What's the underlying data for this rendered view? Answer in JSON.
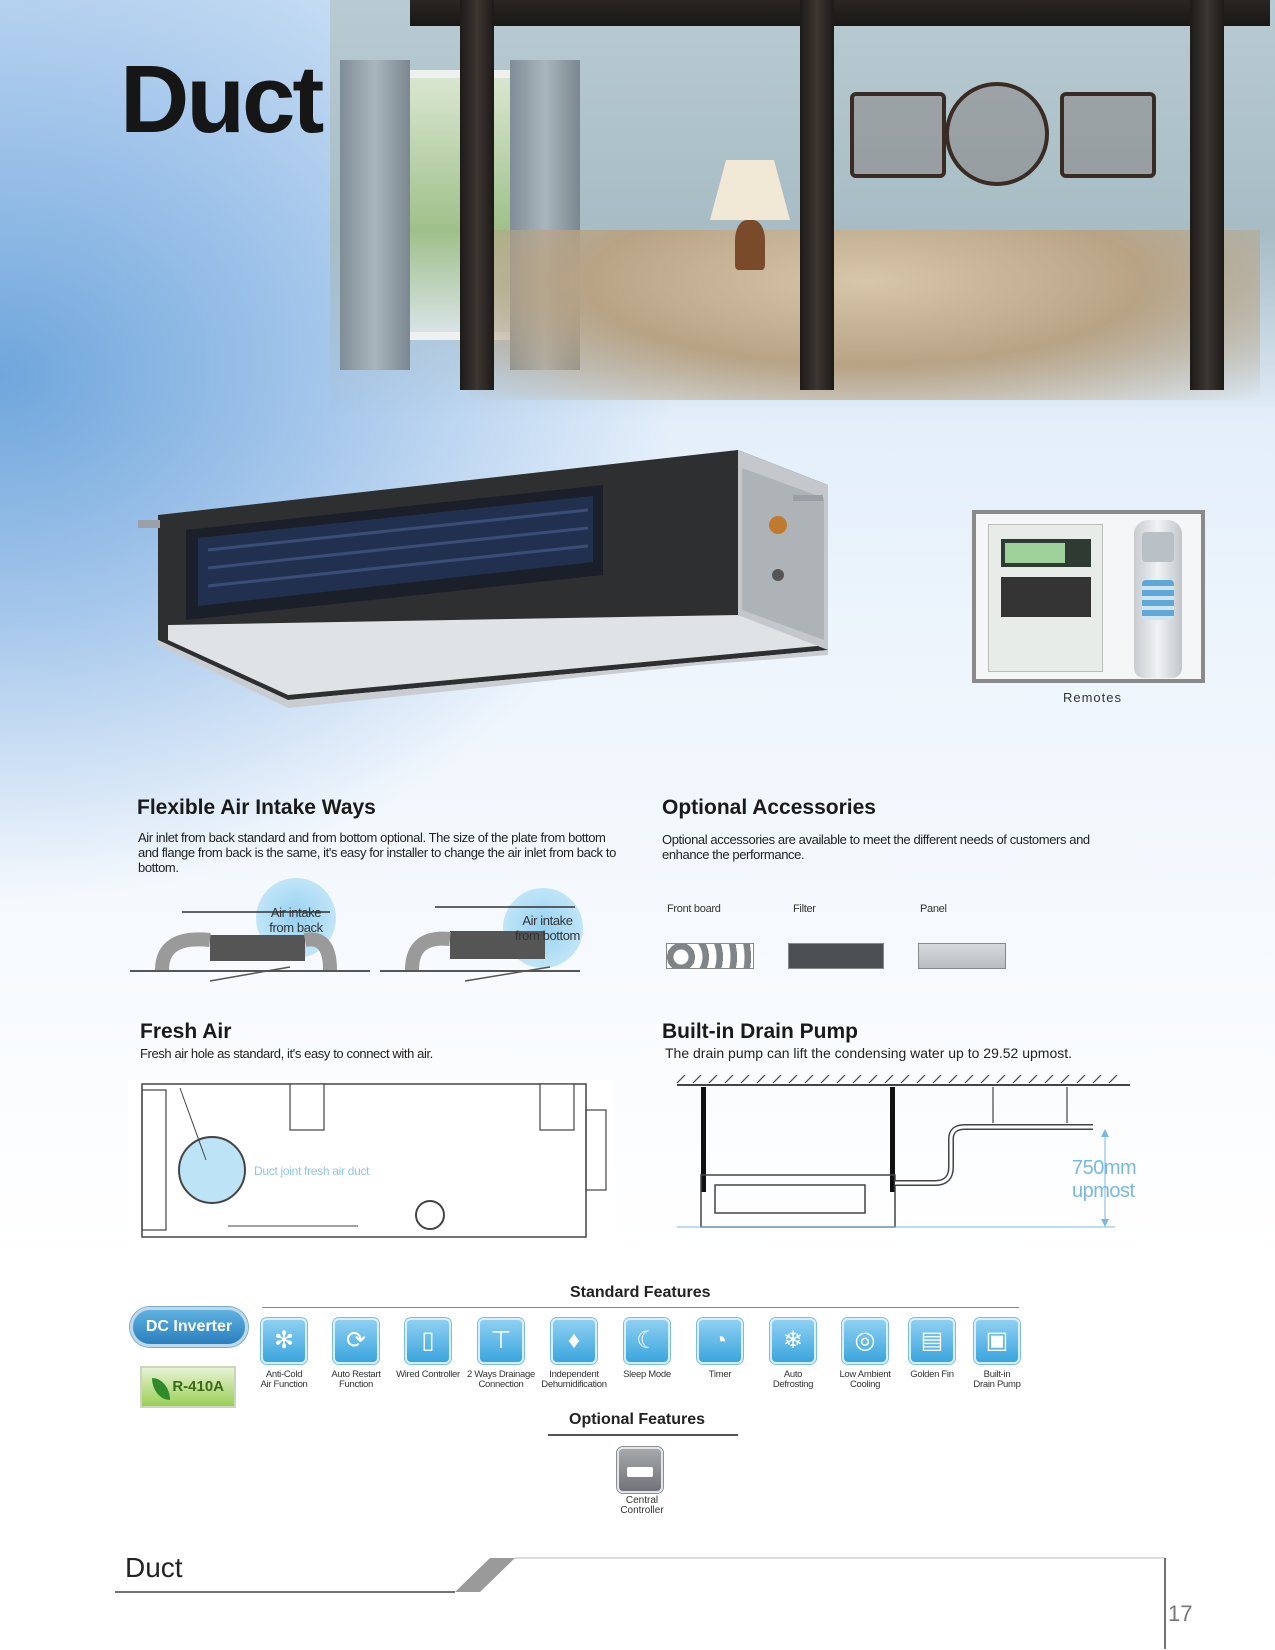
{
  "page": {
    "title": "Duct",
    "footer_title": "Duct",
    "page_number": "17"
  },
  "remotes": {
    "caption": "Remotes"
  },
  "sections": {
    "air_intake": {
      "heading": "Flexible Air Intake Ways",
      "body": "Air inlet from back standard and from bottom optional. The size of the plate from bottom and flange from back is the same, it's easy for installer  to change the air inlet from back to bottom.",
      "label_back": "Air intake\nfrom back",
      "label_bottom": "Air intake\nfrom bottom"
    },
    "accessories": {
      "heading": "Optional Accessories",
      "body": "Optional accessories are available to meet the different needs of customers and enhance the performance.",
      "items": [
        "Front board",
        "Filter",
        "Panel"
      ]
    },
    "fresh_air": {
      "heading": "Fresh Air",
      "body": "Fresh air hole as standard, it's easy to connect  with air.",
      "diagram_label": "Duct joint fresh air duct"
    },
    "drain_pump": {
      "heading": "Built-in Drain Pump",
      "body": "The drain pump can lift the condensing water up to 29.52 upmost.",
      "lift_line1": "750mm",
      "lift_line2": "upmost"
    }
  },
  "badges": {
    "dc_inverter": "DC Inverter",
    "refrigerant": "R-410A"
  },
  "standard_features": {
    "heading": "Standard Features",
    "items": [
      {
        "label": "Anti-Cold\nAir Function",
        "icon": "snowflake-icon"
      },
      {
        "label": "Auto Restart\nFunction",
        "icon": "restart-icon"
      },
      {
        "label": "Wired Controller",
        "icon": "wired-controller-icon"
      },
      {
        "label": "2 Ways Drainage\nConnection",
        "icon": "drainage-icon"
      },
      {
        "label": "Independent\nDehumidification",
        "icon": "droplet-icon"
      },
      {
        "label": "Sleep Mode",
        "icon": "moon-icon"
      },
      {
        "label": "Timer",
        "icon": "timer-icon"
      },
      {
        "label": "Auto\nDefrosting",
        "icon": "defrost-icon"
      },
      {
        "label": "Low Ambient\nCooling",
        "icon": "thermometer-icon"
      },
      {
        "label": "Golden Fin",
        "icon": "fin-icon"
      },
      {
        "label": "Built-in\nDrain Pump",
        "icon": "pump-icon"
      }
    ]
  },
  "optional_features": {
    "heading": "Optional Features",
    "items": [
      {
        "label": "Central\nController",
        "icon": "central-controller-icon"
      }
    ]
  }
}
